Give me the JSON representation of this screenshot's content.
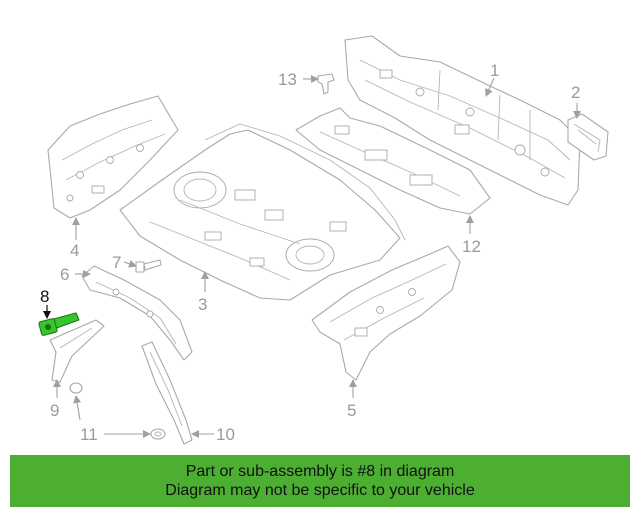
{
  "colors": {
    "highlight": "#35c62c",
    "banner_bg": "#4caf32",
    "outline": "#a9a9a9"
  },
  "callouts": {
    "c1": "1",
    "c2": "2",
    "c3": "3",
    "c4": "4",
    "c5": "5",
    "c6": "6",
    "c7": "7",
    "c8": "8",
    "c9": "9",
    "c10": "10",
    "c11": "11",
    "c12": "12",
    "c13": "13"
  },
  "highlighted_part": "8",
  "banner": {
    "line1": "Part or sub-assembly is #8 in diagram",
    "line2": "Diagram may not be specific to your vehicle"
  }
}
